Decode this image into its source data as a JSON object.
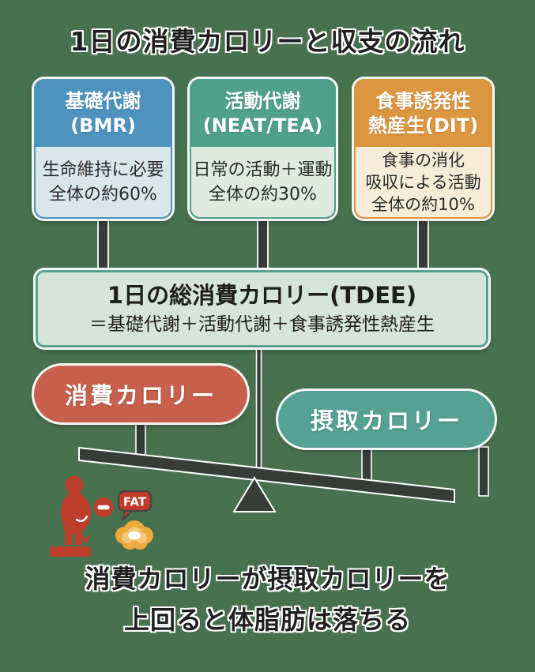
{
  "title": "1日の消費カロリーと収支の流れ",
  "boxes": [
    {
      "header_line1": "基礎代謝",
      "header_line2": "(BMR)",
      "body_lines": [
        "生命維持に必要",
        "全体の約60%"
      ],
      "header_color": "#4E93BE",
      "body_color": "#D9E6EA"
    },
    {
      "header_line1": "活動代謝",
      "header_line2": "(NEAT/TEA)",
      "body_lines": [
        "日常の活動＋運動",
        "全体の約30%"
      ],
      "header_color": "#50A189",
      "body_color": "#DFEBE1"
    },
    {
      "header_line1": "食事誘発性",
      "header_line2": "熱産生(DIT)",
      "body_lines": [
        "食事の消化",
        "吸収による活動",
        "全体の約10%"
      ],
      "header_color": "#DD9640",
      "body_color": "#F6ECD7"
    }
  ],
  "tdee_box": {
    "title": "1日の総消費カロリー(TDEE)",
    "formula": "＝基礎代謝＋活動代謝＋食事誘発性熱産生"
  },
  "balance": {
    "left_pill_label": "消費カロリー",
    "right_pill_label": "摂取カロリー",
    "left_pill_color": "#C7604C",
    "right_pill_color": "#55A295"
  },
  "fat_icon": {
    "bubble_label": "FAT"
  },
  "caption": {
    "line1": "消費カロリーが摂取カロリーを",
    "line2": "上回ると体脂肪は落ちる"
  },
  "colors": {
    "background": "#48714F",
    "text": "#1F1F1F",
    "connector_dark": "#373C39",
    "tdee_bg": "#D6E5DC",
    "tdee_border": "#5CA293",
    "person_red": "#BE3E2C",
    "fat_blob_orange": "#F0A93C"
  }
}
